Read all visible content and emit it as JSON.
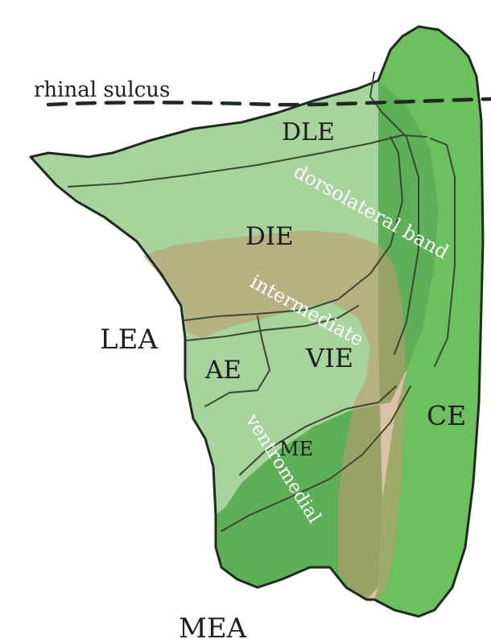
{
  "labels": {
    "rhinal_sulcus": "rhinal sulcus",
    "dle": "DLE",
    "die": "DIE",
    "lea": "LEA",
    "ae": "AE",
    "vie": "VIE",
    "me": "ME",
    "ce": "CE",
    "mea": "MEA"
  },
  "bands": {
    "dorsolateral": "dorsolateral band",
    "intermediate": "intermediate",
    "ventromedial": "ventromedial"
  },
  "colors": {
    "light_green": "#a6d49c",
    "mid_green": "#5daf58",
    "dark_green": "#6cc05e",
    "intermediate_band": "#c29a6f",
    "outline": "#1f2a1f"
  }
}
